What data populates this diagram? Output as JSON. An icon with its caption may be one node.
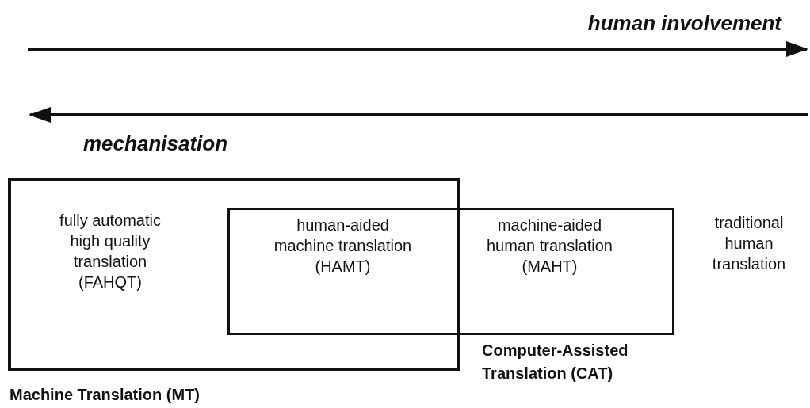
{
  "diagram": {
    "nodes": [
      {
        "text": [
          "fully automatic high quality translation (FAHQT)",
          "Machine Translation (MT)"
        ]
      },
      {
        "text": [
          "human-aided machine translation (HAMT)",
          "machine-aided human translation (MAHT)",
          "Computer-Assisted Translation (CAT)"
        ]
      }
    ],
    "labels": [
      "human involvement",
      "mechanisation",
      "traditional human translation"
    ]
  }
}
